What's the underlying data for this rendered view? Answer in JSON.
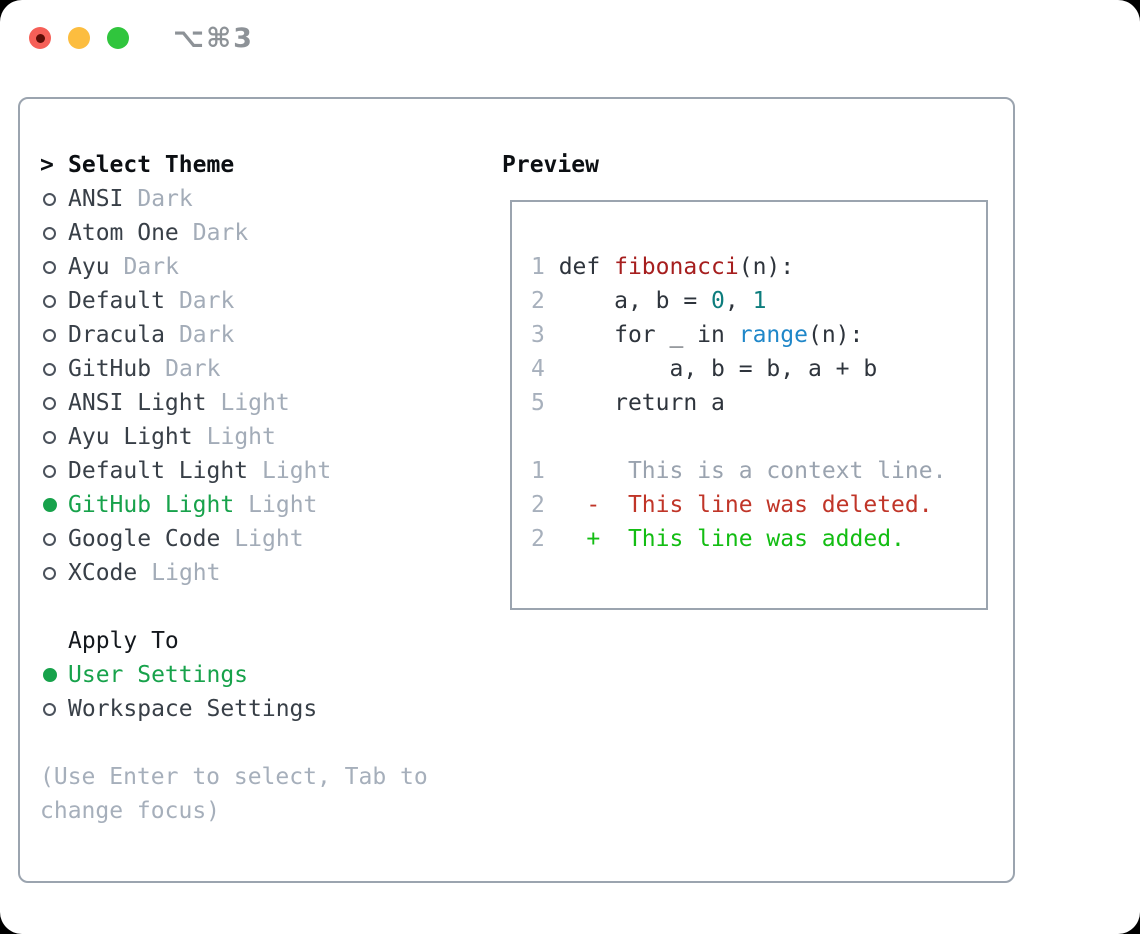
{
  "window": {
    "title": "⌥⌘3",
    "traffic_lights": [
      "close",
      "minimize",
      "zoom"
    ]
  },
  "colors": {
    "panel_border": "#9ba4af",
    "selection_green": "#17a24b",
    "muted_gray": "#a3acb8",
    "text_dark": "#2e343c",
    "function_red": "#a61e1e",
    "number_teal": "#0d7d7d",
    "builtin_blue": "#1f87c9",
    "diff_deleted_red": "#c03528",
    "diff_added_green": "#13bd13",
    "traffic_red": "#f65f57",
    "traffic_yellow": "#fcbd3f",
    "traffic_green": "#30c53d"
  },
  "theme_panel": {
    "prompt": ">",
    "title": "Select Theme",
    "themes": [
      {
        "name": "ANSI",
        "variant": "Dark",
        "selected": false
      },
      {
        "name": "Atom One",
        "variant": "Dark",
        "selected": false
      },
      {
        "name": "Ayu",
        "variant": "Dark",
        "selected": false
      },
      {
        "name": "Default",
        "variant": "Dark",
        "selected": false
      },
      {
        "name": "Dracula",
        "variant": "Dark",
        "selected": false
      },
      {
        "name": "GitHub",
        "variant": "Dark",
        "selected": false
      },
      {
        "name": "ANSI Light",
        "variant": "Light",
        "selected": false
      },
      {
        "name": "Ayu Light",
        "variant": "Light",
        "selected": false
      },
      {
        "name": "Default Light",
        "variant": "Light",
        "selected": false
      },
      {
        "name": "GitHub Light",
        "variant": "Light",
        "selected": true
      },
      {
        "name": "Google Code",
        "variant": "Light",
        "selected": false
      },
      {
        "name": "XCode",
        "variant": "Light",
        "selected": false
      }
    ],
    "apply_to": {
      "title": "Apply To",
      "options": [
        {
          "name": "User Settings",
          "selected": true
        },
        {
          "name": "Workspace Settings",
          "selected": false
        }
      ]
    },
    "hint_lines": [
      "(Use Enter to select, Tab to",
      "change focus)"
    ]
  },
  "preview": {
    "title": "Preview",
    "lines": [
      [
        [
          "1 ",
          "ln"
        ],
        [
          "def ",
          "txt"
        ],
        [
          "fibonacci",
          "fn"
        ],
        [
          "(n):",
          "txt"
        ]
      ],
      [
        [
          "2 ",
          "ln"
        ],
        [
          "    a, b = ",
          "txt"
        ],
        [
          "0",
          "num"
        ],
        [
          ", ",
          "txt"
        ],
        [
          "1",
          "num"
        ]
      ],
      [
        [
          "3 ",
          "ln"
        ],
        [
          "    for _ in ",
          "txt"
        ],
        [
          "range",
          "call"
        ],
        [
          "(n):",
          "txt"
        ]
      ],
      [
        [
          "4 ",
          "ln"
        ],
        [
          "        a, b = b, a + b",
          "txt"
        ]
      ],
      [
        [
          "5 ",
          "ln"
        ],
        [
          "    return a",
          "txt"
        ]
      ],
      [],
      [
        [
          "1",
          "ln"
        ],
        [
          "      ",
          "txt"
        ],
        [
          "This is a context line.",
          "ctx"
        ]
      ],
      [
        [
          "2",
          "ln"
        ],
        [
          "   ",
          "txt"
        ],
        [
          "-  This line was deleted.",
          "del"
        ]
      ],
      [
        [
          "2",
          "ln"
        ],
        [
          "   ",
          "txt"
        ],
        [
          "+  This line was added.",
          "add"
        ]
      ]
    ]
  }
}
